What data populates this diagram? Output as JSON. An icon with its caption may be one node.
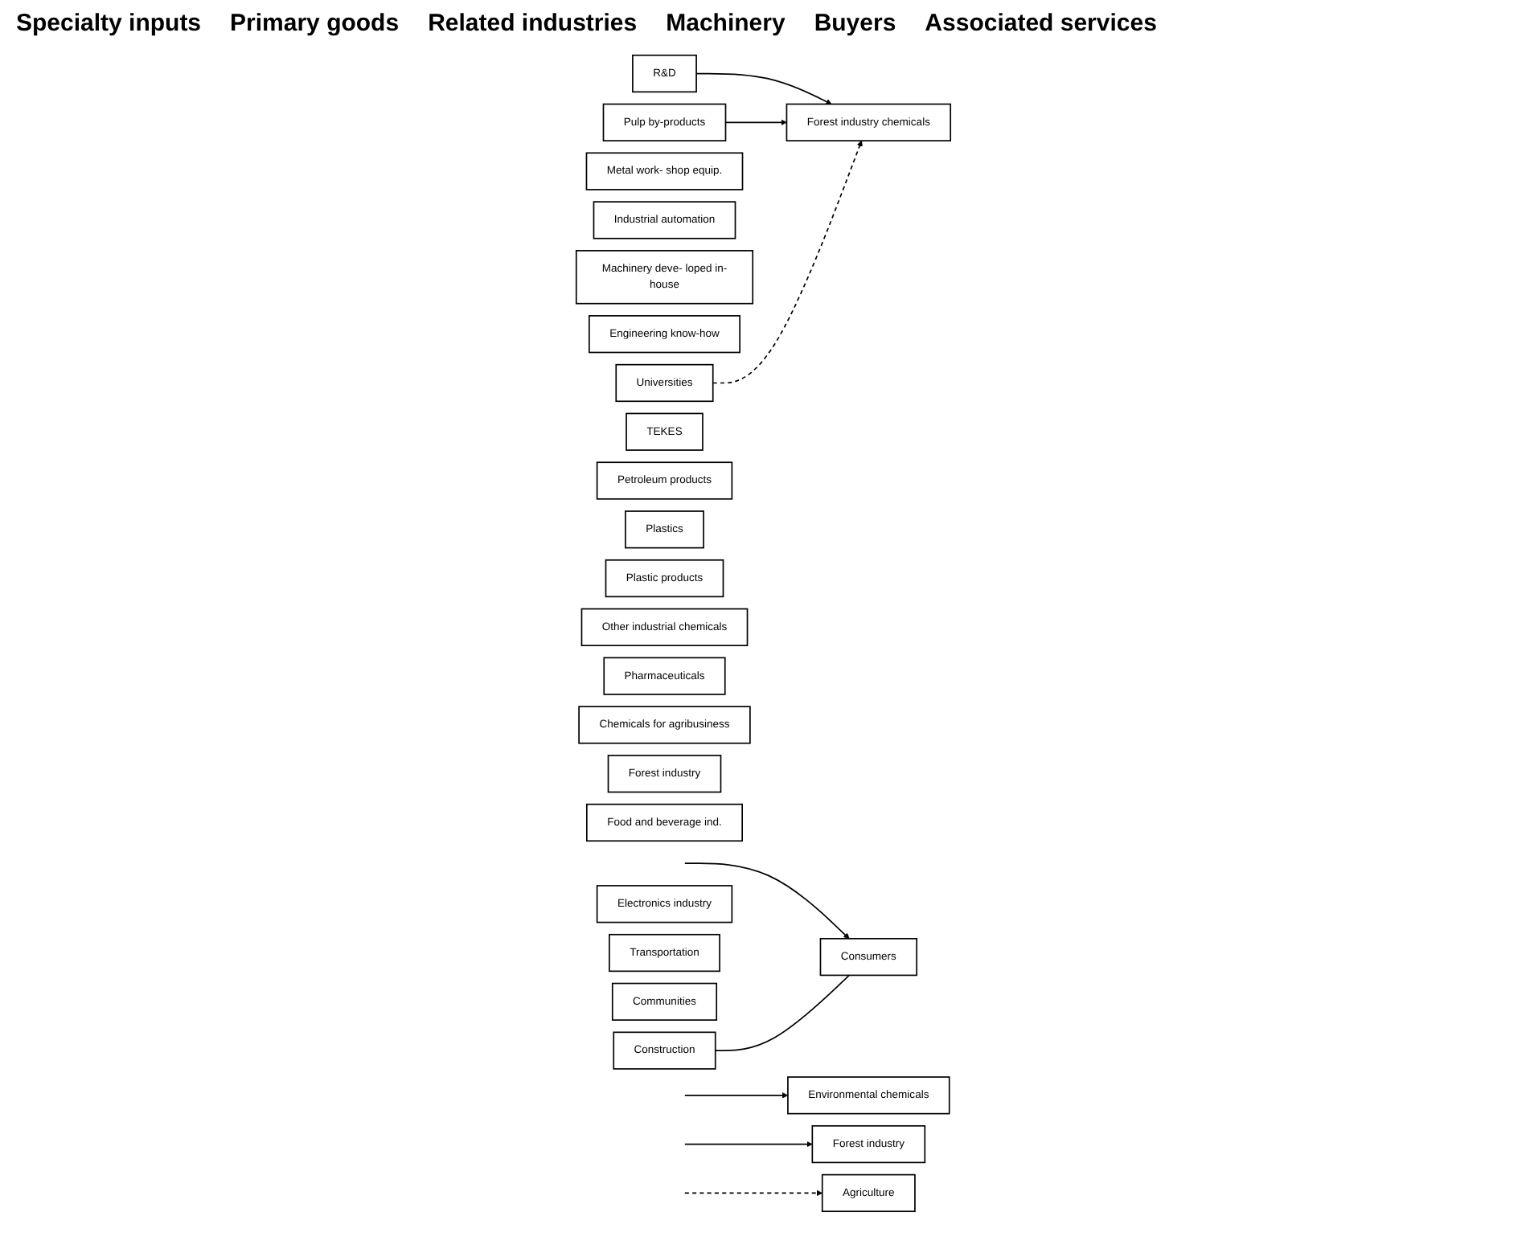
{
  "diagram": {
    "nodes": [
      {
        "text": [
          "R&D"
        ]
      },
      {
        "text": [
          "Pulp by-products"
        ]
      },
      {
        "text": [
          "Metal work- shop equip."
        ]
      },
      {
        "text": [
          "Industrial automation"
        ]
      },
      {
        "text": [
          "Machinery deve- loped in-house"
        ]
      },
      {
        "text": [
          "Engineering know-how"
        ]
      },
      {
        "text": [
          "Universities"
        ]
      },
      {
        "text": [
          "TEKES"
        ]
      },
      {
        "text": [
          "Petroleum products"
        ]
      },
      {
        "text": [
          "Plastics"
        ]
      },
      {
        "text": [
          "Plastic products"
        ]
      },
      {
        "text": [
          "Forest industry chemicals"
        ]
      },
      {
        "text": [
          "Environmental chemicals"
        ]
      },
      {
        "text": [
          "Other industrial chemicals"
        ]
      },
      {
        "text": [
          "Pharmaceuticals"
        ]
      },
      {
        "text": [
          "Chemicals for agribusiness"
        ]
      },
      {
        "text": [
          "Forest industry"
        ]
      },
      {
        "text": [
          "Food and beverage ind."
        ]
      },
      {
        "text": [
          "Forest industry"
        ]
      },
      {
        "text": [
          "Construction"
        ]
      },
      {
        "text": [
          "Electronics industry"
        ]
      },
      {
        "text": [
          "Transportation"
        ]
      },
      {
        "text": [
          "Consumers"
        ]
      },
      {
        "text": [
          "Communities"
        ]
      },
      {
        "text": [
          "Agriculture"
        ]
      }
    ],
    "edges": [
      {
        "from": 0,
        "to": 11,
        "arrow": "to"
      },
      {
        "from": 1,
        "to": 11,
        "arrow": "to"
      },
      {
        "from": 6,
        "to": 11,
        "arrow": "to",
        "style": "dashed"
      },
      {
        "from": null,
        "to": 12,
        "arrow": "to"
      },
      {
        "from": null,
        "to": 18,
        "arrow": "to"
      },
      {
        "from": null,
        "to": 22,
        "arrow": "to"
      },
      {
        "from": null,
        "to": 24,
        "arrow": "to",
        "style": "dashed"
      },
      {
        "from": 19,
        "to": 22,
        "arrow": "none"
      }
    ],
    "labels": [
      "Specialty inputs",
      "Primary goods",
      "Related industries",
      "Machinery",
      "Buyers",
      "Associated services"
    ]
  }
}
